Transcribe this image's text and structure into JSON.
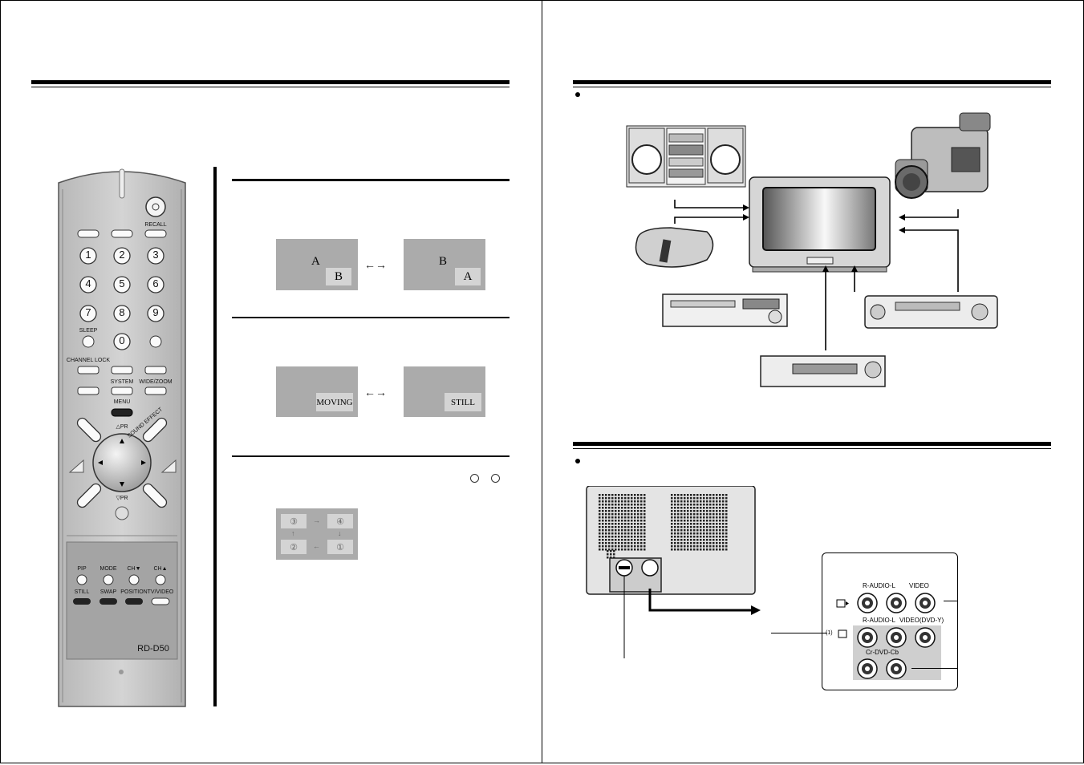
{
  "remote": {
    "model": "RD-D50",
    "buttons": {
      "recall": "RECALL",
      "sleep": "SLEEP",
      "channel_lock": "CHANNEL LOCK",
      "system": "SYSTEM",
      "wide_zoom": "WIDE/ZOOM",
      "menu": "MENU",
      "sound_effect": "SOUND EFFECT",
      "pr_up": "△PR",
      "pr_down": "▽PR",
      "pip": "PIP",
      "mode": "MODE",
      "ch_down": "CH▼",
      "ch_up": "CH▲",
      "still": "STILL",
      "swap": "SWAP",
      "position": "POSITION",
      "tv_video": "TV/VIDEO"
    },
    "digits": [
      "1",
      "2",
      "3",
      "4",
      "5",
      "6",
      "7",
      "8",
      "9",
      "0"
    ]
  },
  "swap_demo": {
    "screen1_main": "A",
    "screen1_sub": "B",
    "screen2_main": "B",
    "screen2_sub": "A",
    "arrow": "←→"
  },
  "still_demo": {
    "screen1_sub": "MOVING",
    "screen2_sub": "STILL",
    "arrow": "←→"
  },
  "position_demo": {
    "cells": [
      "③",
      "④",
      "②",
      "①"
    ],
    "arrow_right": "→",
    "arrow_left": "←",
    "arrow_up": "↑",
    "arrow_down": "↓"
  },
  "jack_panel": {
    "row1_label": "R-AUDIO-L",
    "row1_video": "VIDEO",
    "row2_label": "R-AUDIO-L",
    "row2_video": "VIDEO(DVD-Y)",
    "row3_label": "Cr-DVD-Cb",
    "in_mark": "(1)"
  },
  "colors": {
    "panel_gray": "#ababab",
    "sub_gray": "#d4d4d4",
    "remote_body": "#c8c8c8"
  }
}
